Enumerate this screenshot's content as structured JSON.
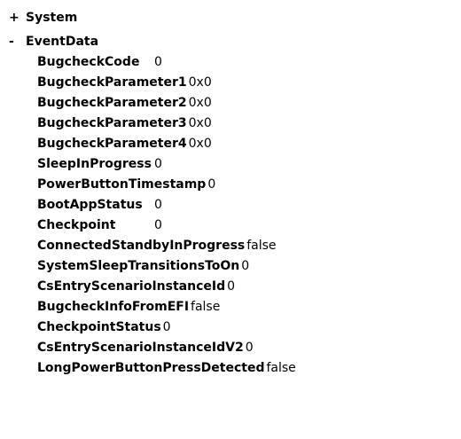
{
  "tree": {
    "system": {
      "toggle": "+",
      "label": "System"
    },
    "event_data": {
      "toggle": "-",
      "label": "EventData",
      "fields": [
        {
          "name": "BugcheckCode",
          "value": "0",
          "fixed": true
        },
        {
          "name": "BugcheckParameter1",
          "value": "0x0",
          "fixed": false
        },
        {
          "name": "BugcheckParameter2",
          "value": "0x0",
          "fixed": false
        },
        {
          "name": "BugcheckParameter3",
          "value": "0x0",
          "fixed": false
        },
        {
          "name": "BugcheckParameter4",
          "value": "0x0",
          "fixed": false
        },
        {
          "name": "SleepInProgress",
          "value": "0",
          "fixed": true
        },
        {
          "name": "PowerButtonTimestamp",
          "value": "0",
          "fixed": false
        },
        {
          "name": "BootAppStatus",
          "value": "0",
          "fixed": true
        },
        {
          "name": "Checkpoint",
          "value": "0",
          "fixed": true
        },
        {
          "name": "ConnectedStandbyInProgress",
          "value": "false",
          "fixed": false
        },
        {
          "name": "SystemSleepTransitionsToOn",
          "value": "0",
          "fixed": false
        },
        {
          "name": "CsEntryScenarioInstanceId",
          "value": "0",
          "fixed": false
        },
        {
          "name": "BugcheckInfoFromEFI",
          "value": "false",
          "fixed": false
        },
        {
          "name": "CheckpointStatus",
          "value": "0",
          "fixed": false
        },
        {
          "name": "CsEntryScenarioInstanceIdV2",
          "value": "0",
          "fixed": false
        },
        {
          "name": "LongPowerButtonPressDetected",
          "value": "false",
          "fixed": false
        }
      ]
    }
  }
}
